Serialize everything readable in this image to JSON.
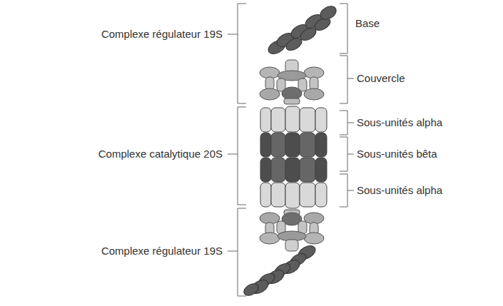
{
  "diagram": {
    "labels": [
      "Base",
      "Complexe régulateur 19S",
      "Couvercle",
      "Sous-unités alpha",
      "Complexe catalytique 20S",
      "Sous-unités bêta",
      "Sous-unités alpha",
      "Complexe régulateur 19S"
    ]
  }
}
